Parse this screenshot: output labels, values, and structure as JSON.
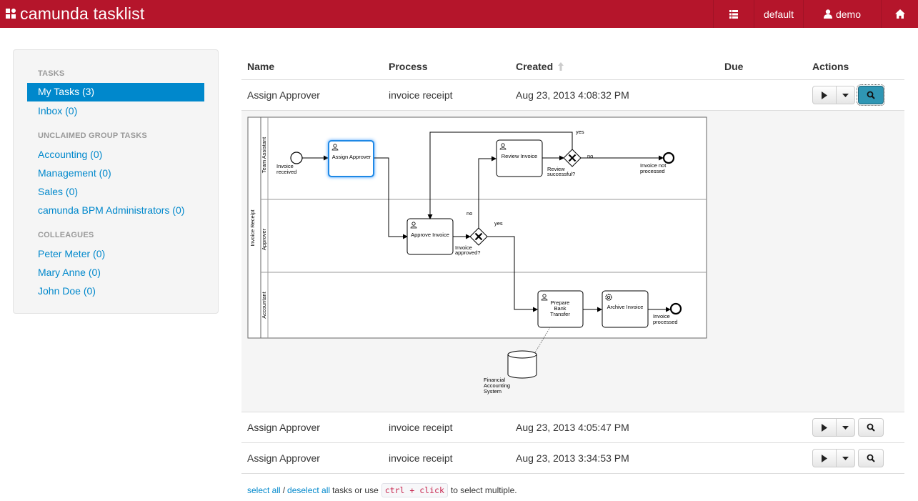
{
  "app": {
    "brand": "camunda tasklist"
  },
  "nav": {
    "default_label": "default",
    "user_label": "demo"
  },
  "sidebar": {
    "tasks_heading": "TASKS",
    "my_tasks": "My Tasks (3)",
    "inbox": "Inbox (0)",
    "group_heading": "UNCLAIMED GROUP TASKS",
    "groups": [
      "Accounting (0)",
      "Management (0)",
      "Sales (0)",
      "camunda BPM Administrators (0)"
    ],
    "colleagues_heading": "COLLEAGUES",
    "colleagues": [
      "Peter Meter (0)",
      "Mary Anne (0)",
      "John Doe (0)"
    ]
  },
  "table": {
    "headers": {
      "name": "Name",
      "process": "Process",
      "created": "Created",
      "due": "Due",
      "actions": "Actions"
    },
    "rows": [
      {
        "name": "Assign Approver",
        "process": "invoice receipt",
        "created": "Aug 23, 2013 4:08:32 PM",
        "due": ""
      },
      {
        "name": "Assign Approver",
        "process": "invoice receipt",
        "created": "Aug 23, 2013 4:05:47 PM",
        "due": ""
      },
      {
        "name": "Assign Approver",
        "process": "invoice receipt",
        "created": "Aug 23, 2013 3:34:53 PM",
        "due": ""
      }
    ]
  },
  "diagram": {
    "pool": "Invoice Receipt",
    "lanes": [
      "Team Assistant",
      "Approver",
      "Accountant"
    ],
    "tasks": {
      "assign": "Assign Approver",
      "approve": "Approve Invoice",
      "review": "Review Invoice",
      "prepare_1": "Prepare",
      "prepare_2": "Bank",
      "prepare_3": "Transfer",
      "archive": "Archive Invoice"
    },
    "labels": {
      "received_1": "Invoice",
      "received_2": "received",
      "approved_1": "Invoice",
      "approved_2": "approved?",
      "review_ok_1": "Review",
      "review_ok_2": "successful?",
      "not_processed_1": "Invoice not",
      "not_processed_2": "processed",
      "processed_1": "Invoice",
      "processed_2": "processed",
      "yes_top": "yes",
      "no_right": "no",
      "no_left": "no",
      "yes_mid": "yes",
      "db_1": "Financial",
      "db_2": "Accounting",
      "db_3": "System"
    }
  },
  "footer": {
    "select_all": "select all",
    "slash": "/",
    "deselect_all": "deselect all",
    "middle": "tasks or use",
    "kbd": "ctrl + click",
    "end": "to select multiple."
  },
  "colors": {
    "brand_red": "#b5152b",
    "link_blue": "#0088cc",
    "active_blue": "#2f96b4"
  }
}
